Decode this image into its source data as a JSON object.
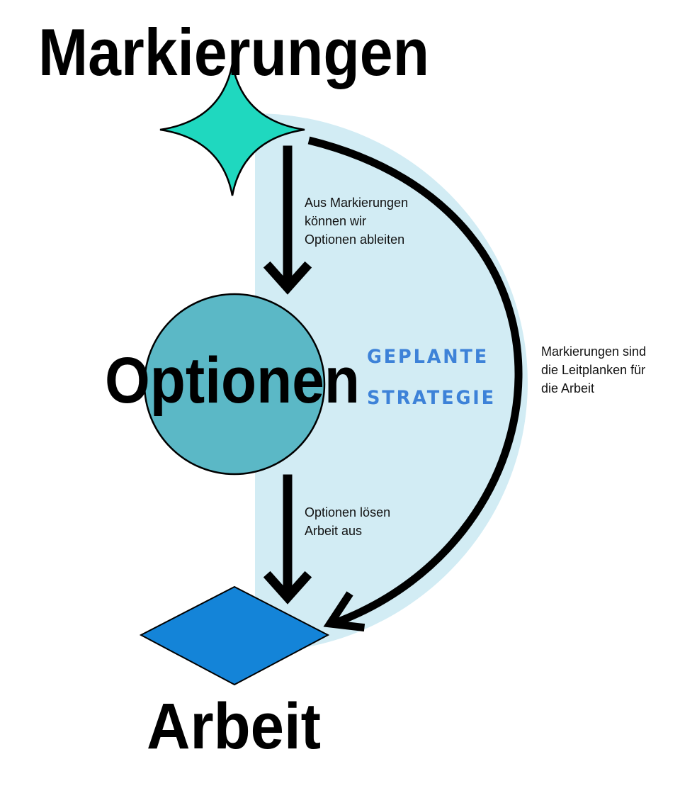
{
  "colors": {
    "background": "#ffffff",
    "strategy_area": "#d2ecf4",
    "star": "#1fd8bf",
    "circle": "#5bb8c6",
    "diamond": "#1484d8",
    "strategy_text": "#3d82d8",
    "arrows": "#000000"
  },
  "nodes": {
    "markierungen": {
      "label": "Markierungen",
      "shape": "four-point-star"
    },
    "optionen": {
      "label": "Optionen",
      "shape": "circle"
    },
    "arbeit": {
      "label": "Arbeit",
      "shape": "diamond"
    }
  },
  "strategy": {
    "line1": "GEPLANTE",
    "line2": "STRATEGIE"
  },
  "edges": {
    "markierungen_to_optionen": {
      "lines": [
        "Aus Markierungen",
        "können wir",
        "Optionen ableiten"
      ]
    },
    "optionen_to_arbeit": {
      "lines": [
        "Optionen lösen",
        "Arbeit aus"
      ]
    },
    "markierungen_to_arbeit": {
      "lines": [
        "Markierungen sind",
        "die Leitplanken für",
        "die Arbeit"
      ]
    }
  }
}
